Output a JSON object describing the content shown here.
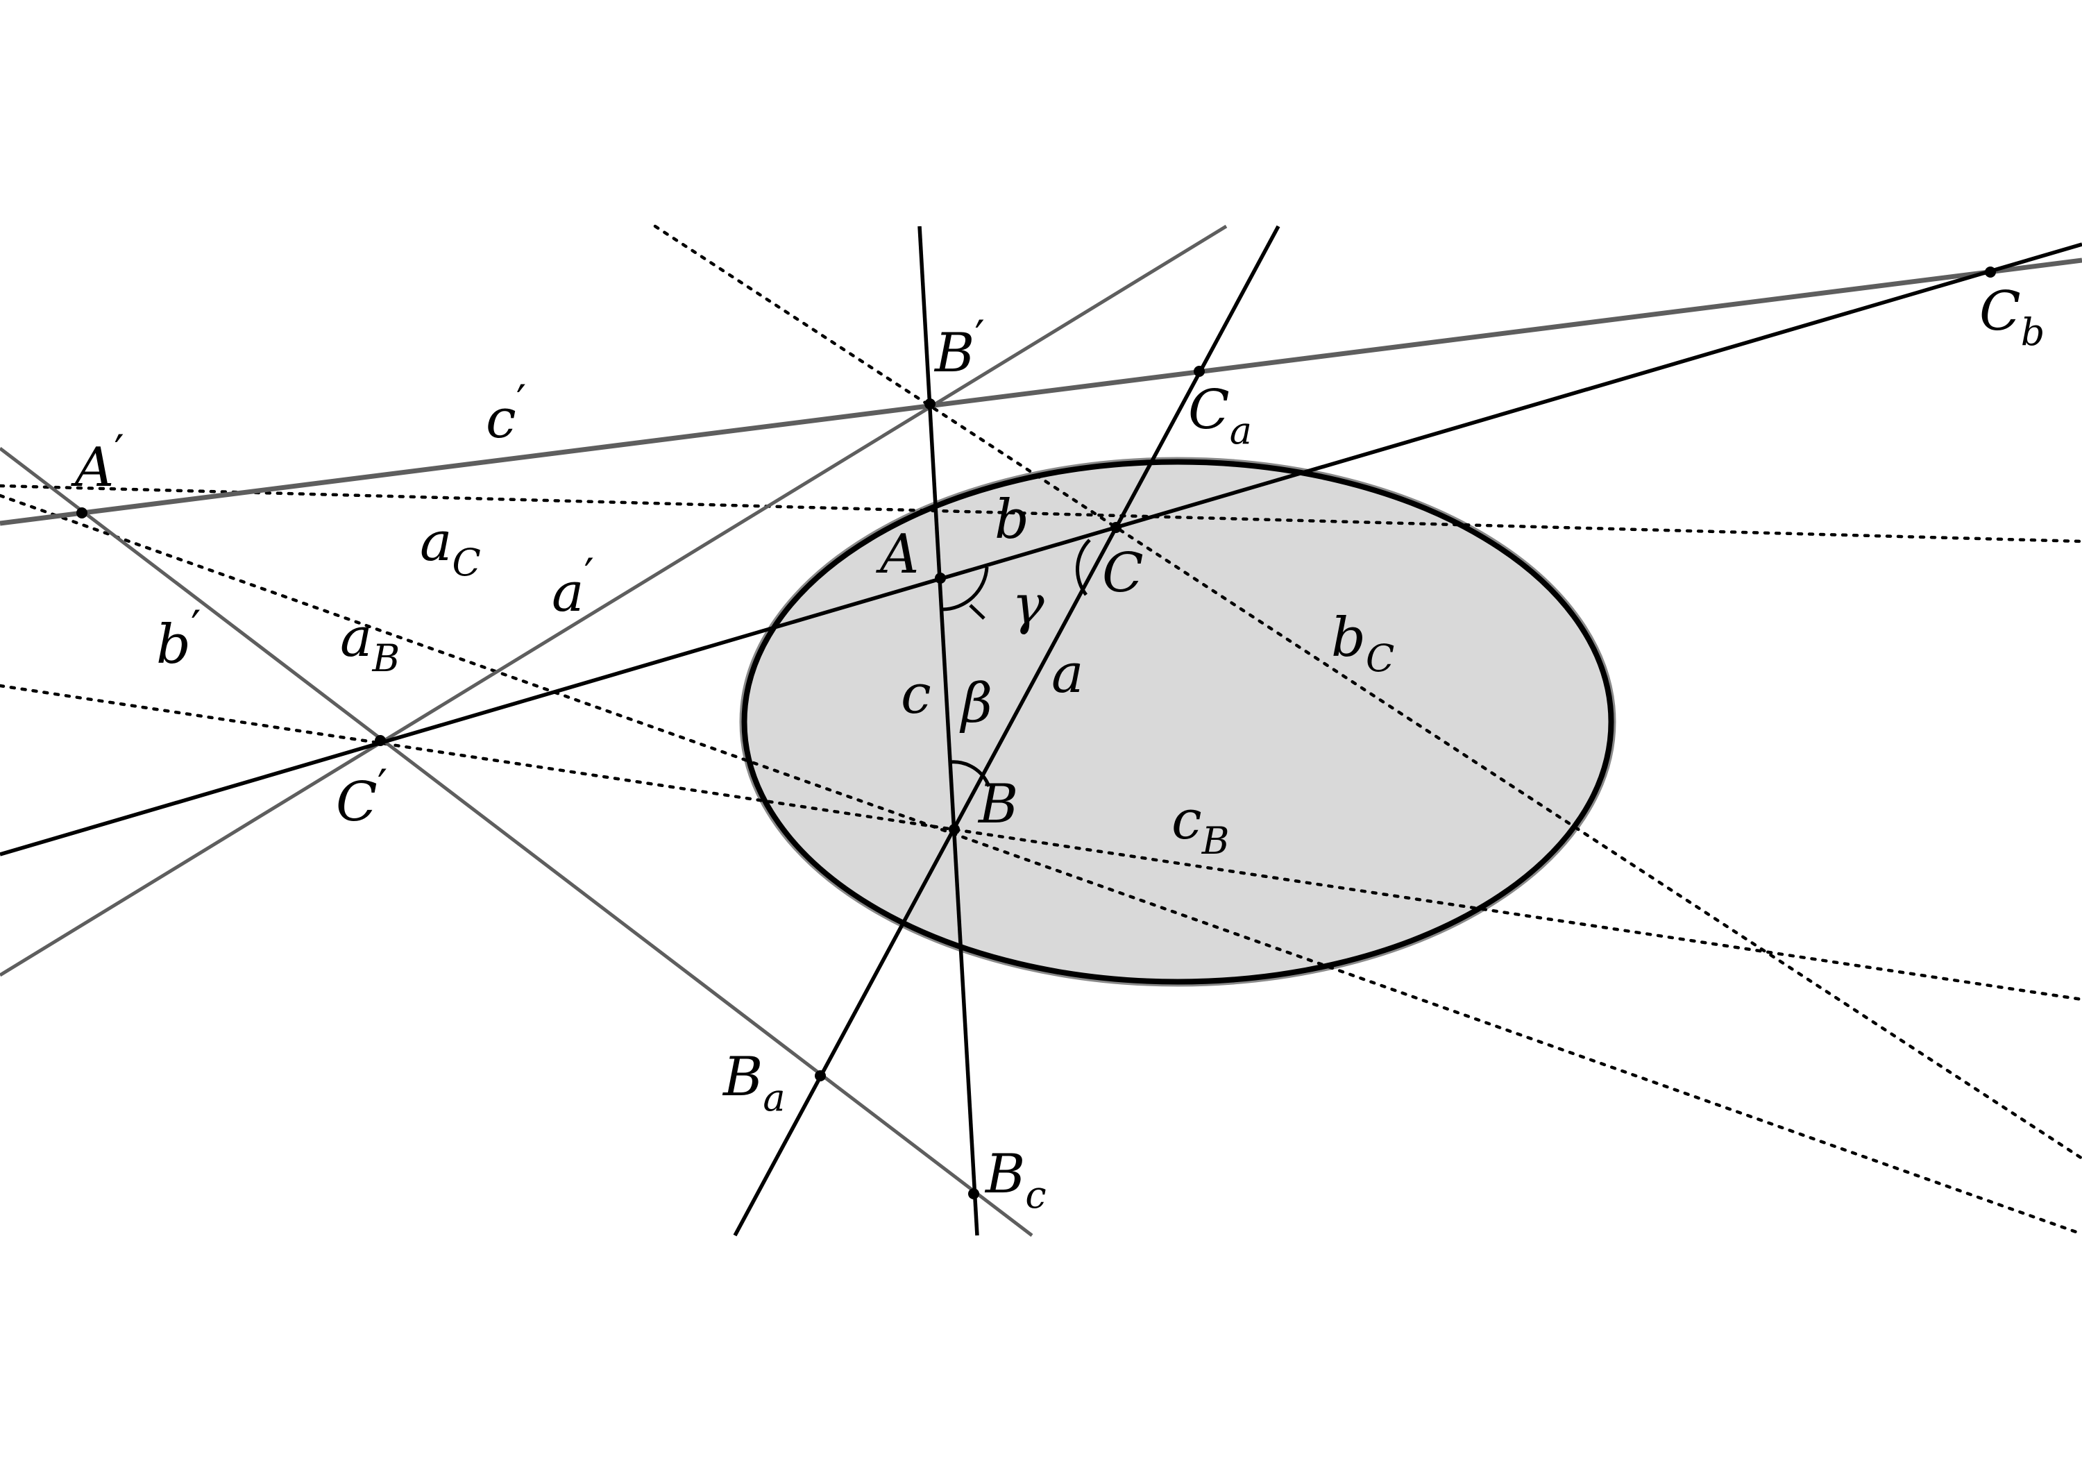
{
  "colors": {
    "background": "#ffffff",
    "ellipse_fill": "#d9d9d9",
    "ellipse_stroke": "#000000",
    "solid_line": "#000000",
    "gray_line": "#5e5e5e",
    "dotted_line": "#000000"
  },
  "labels": {
    "A_prime": {
      "main": "A",
      "sup": "′"
    },
    "B_prime": {
      "main": "B",
      "sup": "′"
    },
    "C_prime": {
      "main": "C",
      "sup": "′"
    },
    "a_prime": {
      "main": "a",
      "sup": "′"
    },
    "b_prime": {
      "main": "b",
      "sup": "′"
    },
    "c_prime": {
      "main": "c",
      "sup": "′"
    },
    "A": "A",
    "B": "B",
    "C": "C",
    "a": "a",
    "b": "b",
    "c": "c",
    "beta": "β",
    "gamma": "γ",
    "C_a": {
      "main": "C",
      "sub": "a"
    },
    "C_b": {
      "main": "C",
      "sub": "b"
    },
    "B_a": {
      "main": "B",
      "sub": "a"
    },
    "B_c": {
      "main": "B",
      "sub": "c"
    },
    "a_C": {
      "main": "a",
      "sub": "C"
    },
    "a_B": {
      "main": "a",
      "sub": "B"
    },
    "b_C": {
      "main": "b",
      "sub": "C"
    },
    "c_B": {
      "main": "c",
      "sub": "B"
    }
  }
}
